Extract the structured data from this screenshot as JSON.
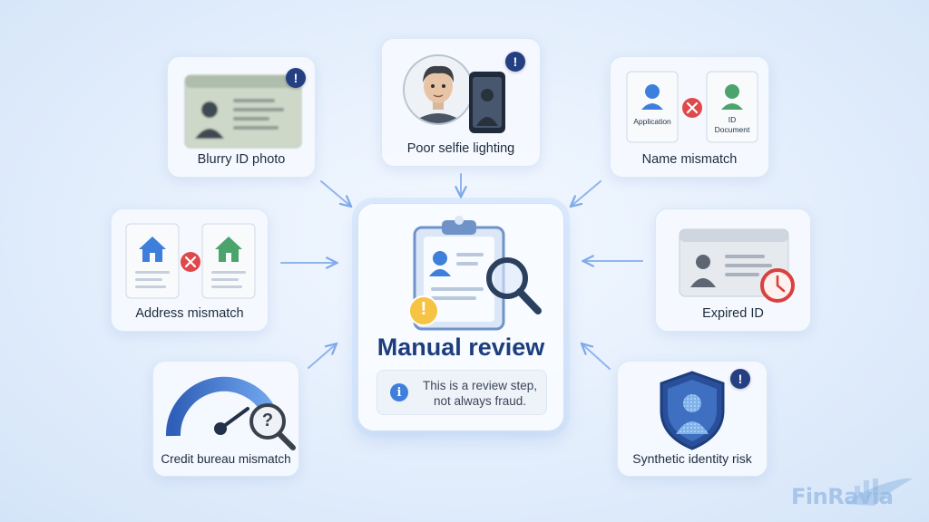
{
  "center": {
    "title": "Manual review",
    "note": "This is a review step, not always fraud.",
    "info_icon_glyph": "i",
    "warning_icon_glyph": "!"
  },
  "cards": {
    "blurry_id": {
      "label": "Blurry ID photo",
      "icon": "blurry-id-card-icon"
    },
    "selfie": {
      "label": "Poor selfie lighting",
      "icon": "selfie-portrait-phone-icon"
    },
    "name": {
      "label": "Name mismatch",
      "left_doc_label": "Application",
      "right_doc_label_line1": "ID",
      "right_doc_label_line2": "Document",
      "icon": "name-mismatch-icon"
    },
    "address": {
      "label": "Address mismatch",
      "icon": "address-mismatch-icon"
    },
    "expired": {
      "label": "Expired ID",
      "icon": "expired-id-clock-icon"
    },
    "credit": {
      "label": "Credit bureau mismatch",
      "question_glyph": "?",
      "icon": "credit-gauge-icon"
    },
    "synthetic": {
      "label": "Synthetic identity risk",
      "icon": "shield-identity-icon"
    }
  },
  "badge_glyph": "!",
  "mismatch_glyph": "×",
  "brand": {
    "name": "FinRavia"
  },
  "colors": {
    "accent_blue": "#3f7fdc",
    "navy": "#243f82",
    "title": "#1d3e7d",
    "mismatch_red": "#e0494c",
    "person_green": "#4aa46c",
    "warning_yellow": "#f6c343",
    "clock_red": "#d9403e"
  }
}
